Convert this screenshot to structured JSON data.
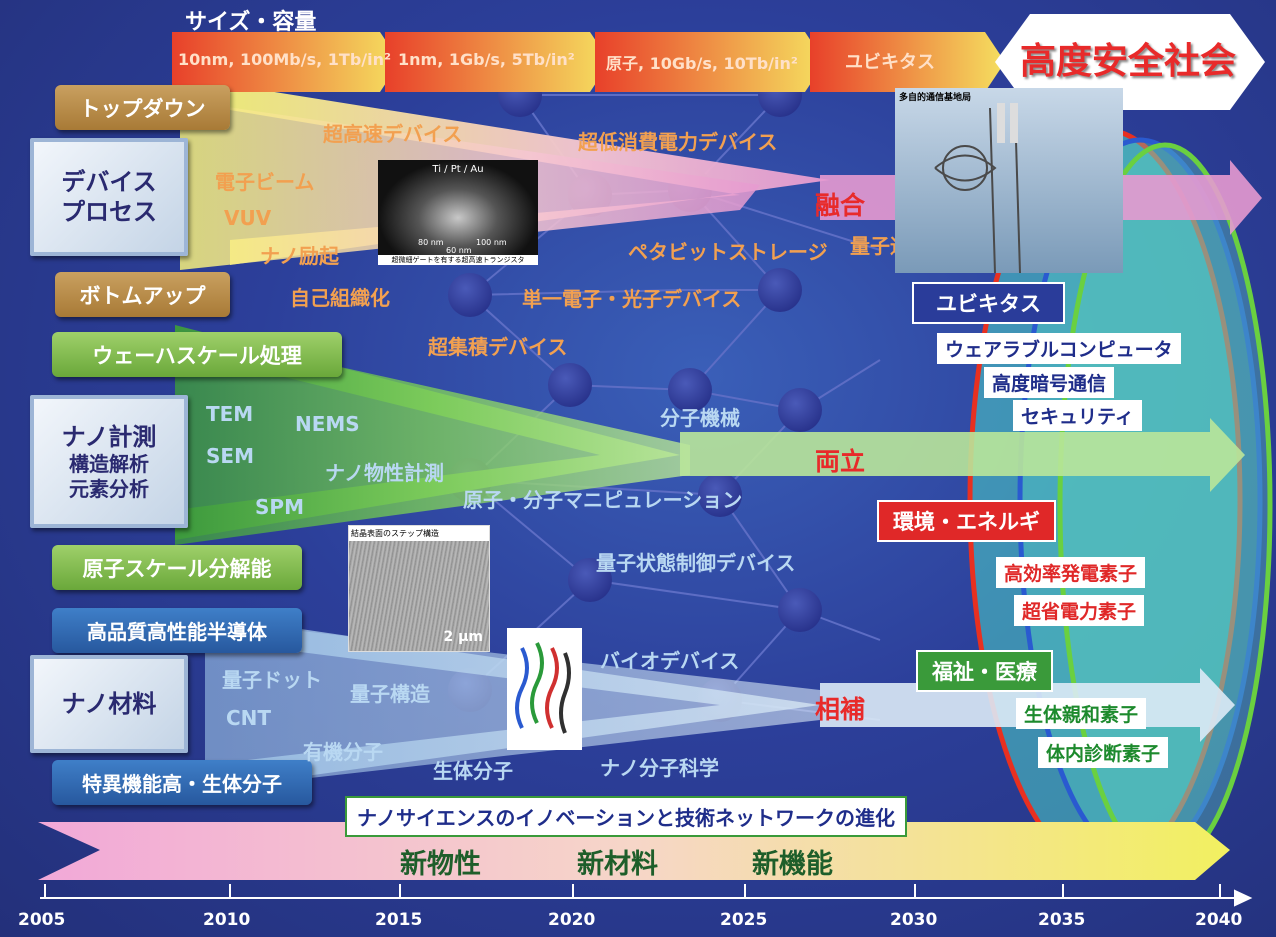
{
  "header": {
    "size_capacity_label": "サイズ・容量",
    "spec_arrows": [
      "10nm, 100Mb/s, 1Tb/in²",
      "1nm, 1Gb/s, 5Tb/in²",
      "原子, 10Gb/s, 10Tb/in²",
      "ユビキタス"
    ],
    "goal": "高度安全社会"
  },
  "left_boxes": {
    "top_down": "トップダウン",
    "device_process": [
      "デバイス",
      "プロセス"
    ],
    "bottom_up": "ボトムアップ",
    "wafer_scale": "ウェーハスケール処理",
    "nano_measure": [
      "ナノ計測",
      "構造解析",
      "元素分析"
    ],
    "atomic_resolution": "原子スケール分解能",
    "hq_semiconductor": "高品質高性能半導体",
    "nano_material": "ナノ材料",
    "special_bio": "特異機能高・生体分子"
  },
  "labels": {
    "ultra_fast": "超高速デバイス",
    "ultra_low_power": "超低消費電力デバイス",
    "electron_beam": "電子ビーム",
    "vuv": "VUV",
    "nano_excitation": "ナノ励起",
    "self_org": "自己組織化",
    "petabit": "ペタビットストレージ",
    "quantum_comm": "量子通信",
    "single_electron": "単一電子・光子デバイス",
    "super_integrated": "超集積デバイス",
    "tem": "TEM",
    "nems": "NEMS",
    "sem": "SEM",
    "nano_property": "ナノ物性計測",
    "spm": "SPM",
    "molecular_machine": "分子機械",
    "atom_manip": "原子・分子マニピュレーション",
    "quantum_state": "量子状態制御デバイス",
    "bio_device": "バイオデバイス",
    "quantum_dot": "量子ドット",
    "quantum_structure": "量子構造",
    "cnt": "CNT",
    "organic": "有機分子",
    "bio_molecule": "生体分子",
    "nano_molecular_science": "ナノ分子科学"
  },
  "outcomes": {
    "fusion": "融合",
    "coexist": "両立",
    "complement": "相補"
  },
  "right_panel": {
    "ubiquitous": "ユビキタス",
    "ubiquitous_items": [
      "ウェアラブルコンピュータ",
      "高度暗号通信",
      "セキュリティ"
    ],
    "env_energy": "環境・エネルギ",
    "env_items": [
      "高効率発電素子",
      "超省電力素子"
    ],
    "welfare": "福祉・医療",
    "welfare_items": [
      "生体親和素子",
      "体内診断素子"
    ]
  },
  "photos": {
    "transistor_title": "Ti / Pt / Au",
    "transistor_scale": [
      "80 nm",
      "100 nm",
      "60 nm"
    ],
    "transistor_caption": "超微細ゲートを有する超高速トランジスタ",
    "crystal_caption": "結晶表面のステップ構造",
    "crystal_scale": "2 μm",
    "tower_caption": "多自的通信基地局"
  },
  "bottom": {
    "network_title": "ナノサイエンスのイノベーションと技術ネットワークの進化",
    "stages": [
      "新物性",
      "新材料",
      "新機能"
    ]
  },
  "timeline": [
    "2005",
    "2010",
    "2015",
    "2020",
    "2025",
    "2030",
    "2035",
    "2040"
  ],
  "colors": {
    "background": "#2c3f9a",
    "accent_red": "#e82a2a",
    "orange_text": "#f2a050",
    "light_blue_text": "#b9d8f2"
  }
}
